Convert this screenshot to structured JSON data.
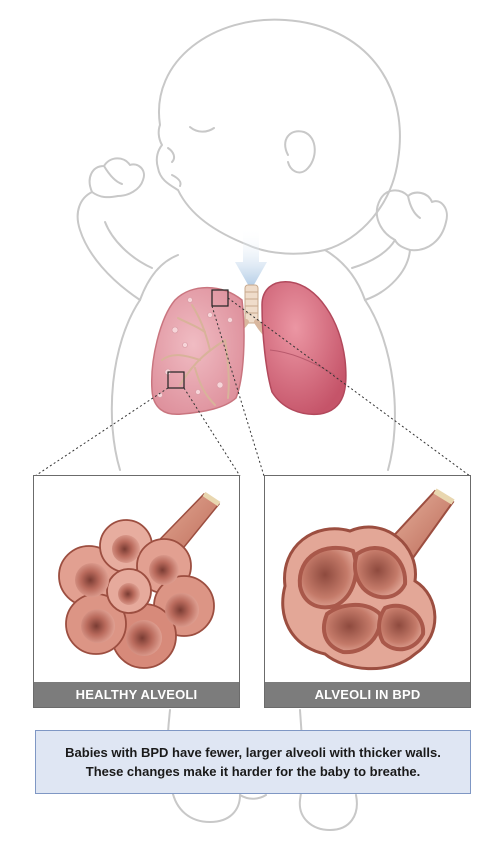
{
  "panels": {
    "healthy_label": "HEALTHY ALVEOLI",
    "bpd_label": "ALVEOLI IN BPD"
  },
  "caption": {
    "line1": "Babies with BPD have fewer, larger alveoli with thicker walls.",
    "line2": "These changes make it harder for the baby to breathe."
  },
  "colors": {
    "outline": "#c8c8c8",
    "lung_left": "#e7a4ae",
    "lung_right": "#d96b7d",
    "alveoli": "#c9776a",
    "airflow_arrow": "#a9c6e3",
    "label_bar": "#7c7c7c",
    "caption_bg": "#dfe6f3",
    "caption_border": "#7f97c4"
  }
}
